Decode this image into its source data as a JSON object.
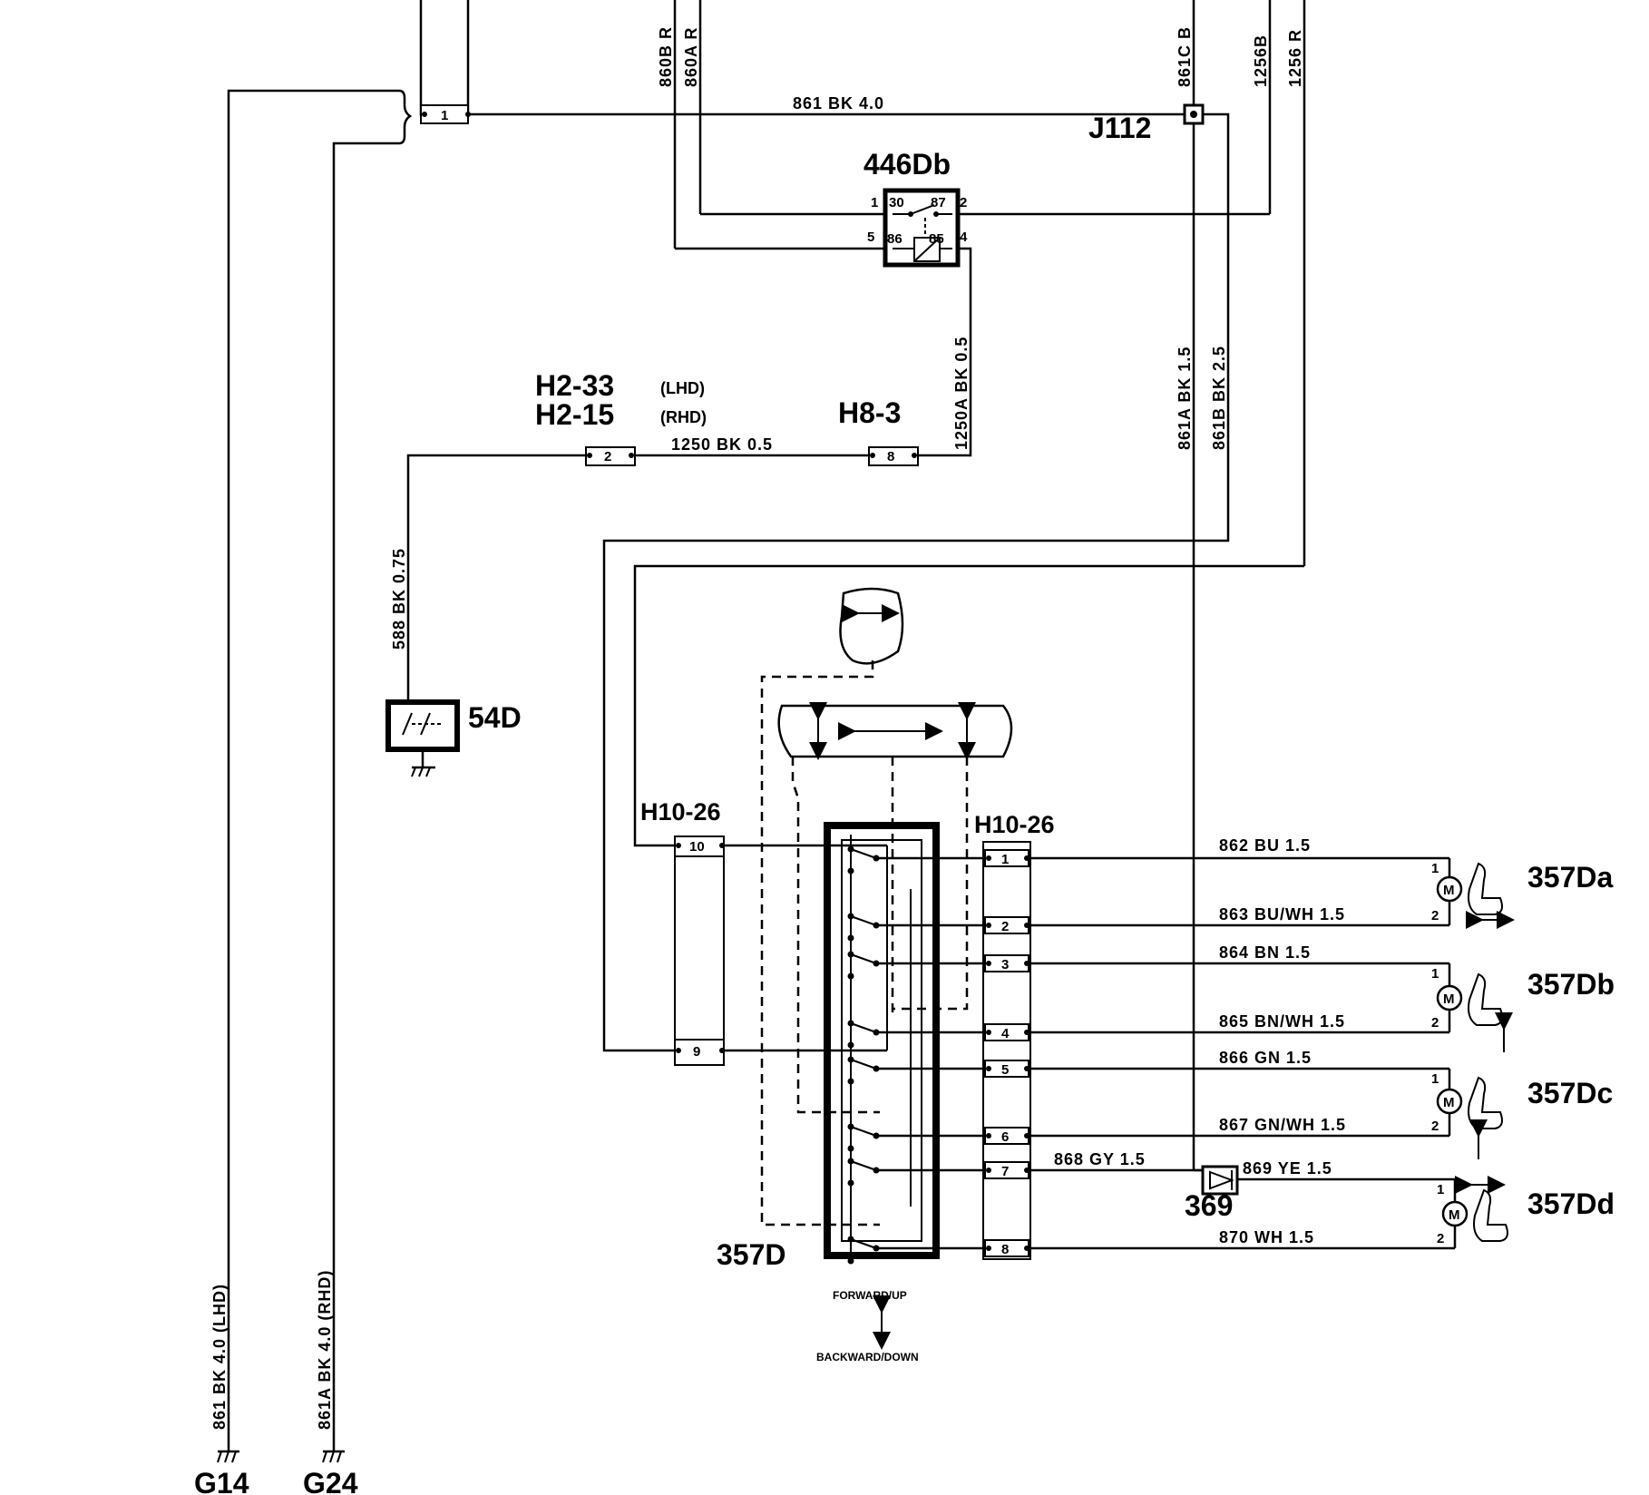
{
  "components": {
    "relay": "446Db",
    "relay_pins": {
      "p1": "1",
      "p30": "30",
      "p87": "87",
      "p2": "2",
      "p5": "5",
      "p86": "86",
      "p85": "85",
      "p4": "4"
    },
    "junction": "J112",
    "switch_54d": "54D",
    "switch_357d": "357D",
    "motor_a": "357Da",
    "motor_b": "357Db",
    "motor_c": "357Dc",
    "motor_d": "357Dd",
    "diode": "369",
    "ground_g14": "G14",
    "ground_g24": "G24",
    "motor_symbol": "M"
  },
  "connectors": {
    "h2_33": "H2-33",
    "h2_33_note": "(LHD)",
    "h2_15": "H2-15",
    "h2_15_note": "(RHD)",
    "h8_3": "H8-3",
    "h10_26_left": "H10-26",
    "h10_26_right": "H10-26",
    "top_pin": "1",
    "h2_pin": "2",
    "h8_pin": "8",
    "left_pins": [
      "10",
      "9"
    ],
    "right_pins": [
      "1",
      "2",
      "3",
      "4",
      "5",
      "6",
      "7",
      "8"
    ],
    "motor_pin_1": "1",
    "motor_pin_2": "2"
  },
  "wires": {
    "w861_main": "861  BK 4.0",
    "w860b": "860B  R",
    "w860a": "860A  R",
    "w861c": "861C  B",
    "w1256b": "1256B",
    "w1256": "1256  R",
    "w1250a": "1250A  BK 0.5",
    "w1250": "1250  BK 0.5",
    "w588": "588  BK 0.75",
    "w861a_15": "861A  BK 1.5",
    "w861b_25": "861B  BK 2.5",
    "w862": "862  BU 1.5",
    "w863": "863  BU/WH 1.5",
    "w864": "864  BN 1.5",
    "w865": "865  BN/WH 1.5",
    "w866": "866  GN 1.5",
    "w867": "867  GN/WH 1.5",
    "w868": "868  GY 1.5",
    "w869": "869  YE 1.5",
    "w870": "870  WH 1.5",
    "w861_g14": "861  BK 4.0  (LHD)",
    "w861a_g24": "861A  BK 4.0  (RHD)"
  },
  "switch_labels": {
    "forward": "FORWARD/UP",
    "backward": "BACKWARD/DOWN"
  }
}
